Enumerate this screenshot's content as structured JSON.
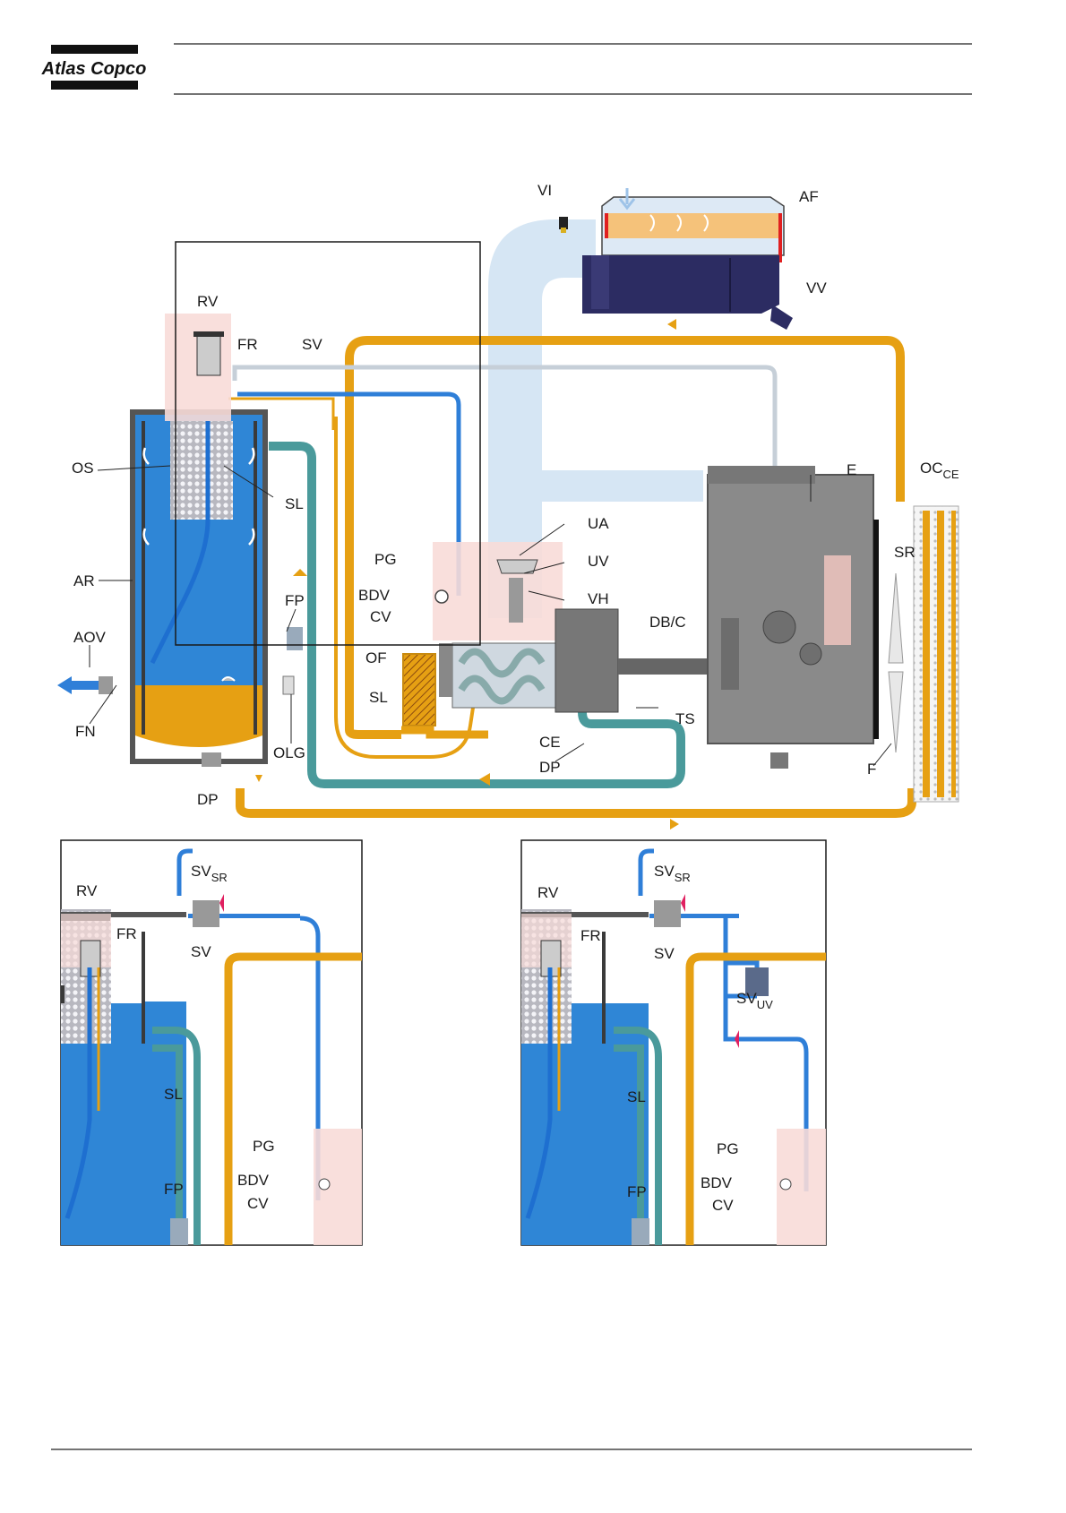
{
  "header": {
    "brand": "Atlas Copco"
  },
  "colors": {
    "air": "#2f7fd8",
    "air_light": "#d6e6f4",
    "oil": "#e6a013",
    "teal": "#4a9a9b",
    "tank_blue": "#2f86d6",
    "tank_oil": "#e6a013",
    "danger_zone": "#f8dcd8",
    "engine_grey": "#8a8a8a",
    "filter_navy": "#2c2c62",
    "frame": "#1a1a1a"
  },
  "main_diagram": {
    "labels": {
      "VI": "VI",
      "AF": "AF",
      "VV": "VV",
      "RV": "RV",
      "FR": "FR",
      "SV": "SV",
      "OS": "OS",
      "SL": "SL",
      "AR": "AR",
      "AOV": "AOV",
      "FN": "FN",
      "FP": "FP",
      "PG": "PG",
      "BDV": "BDV",
      "CV": "CV",
      "OF": "OF",
      "SL2": "SL",
      "OLG": "OLG",
      "DP": "DP",
      "UA": "UA",
      "UV": "UV",
      "VH": "VH",
      "DB_C": "DB/C",
      "TS": "TS",
      "CE": "CE",
      "DP2": "DP",
      "E": "E",
      "OC": "OC",
      "OC_sub": "CE",
      "SR": "SR",
      "F": "F"
    }
  },
  "detail_left": {
    "labels": {
      "RV": "RV",
      "SVSR": "SV",
      "SVSR_sub": "SR",
      "FR": "FR",
      "SV": "SV",
      "SL": "SL",
      "FP": "FP",
      "PG": "PG",
      "BDV": "BDV",
      "CV": "CV"
    }
  },
  "detail_right": {
    "labels": {
      "RV": "RV",
      "SVSR": "SV",
      "SVSR_sub": "SR",
      "FR": "FR",
      "SV": "SV",
      "SVUV": "SV",
      "SVUV_sub": "UV",
      "SL": "SL",
      "FP": "FP",
      "PG": "PG",
      "BDV": "BDV",
      "CV": "CV"
    }
  }
}
